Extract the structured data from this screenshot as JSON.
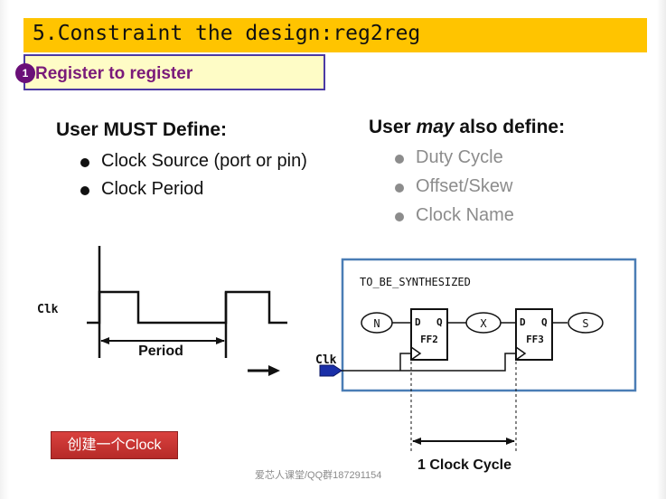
{
  "title": "5.Constraint the design:reg2reg",
  "section": {
    "badge": "1",
    "label": "Register to register"
  },
  "must": {
    "heading": "User MUST Define:",
    "items": [
      "Clock Source (port or pin)",
      "Clock Period"
    ]
  },
  "may": {
    "heading_pre": "User ",
    "heading_em": "may",
    "heading_post": " also define:",
    "items": [
      "Duty Cycle",
      "Offset/Skew",
      "Clock Name"
    ]
  },
  "waveform": {
    "clk_label": "Clk",
    "period_label": "Period"
  },
  "circuit": {
    "block_label": "TO_BE_SYNTHESIZED",
    "in_label": "N",
    "mid_label": "X",
    "out_label": "S",
    "ff1_d": "D",
    "ff1_q": "Q",
    "ff1_name": "FF2",
    "ff2_d": "D",
    "ff2_q": "Q",
    "ff2_name": "FF3",
    "clk_label": "Clk",
    "cycle_label": "1 Clock Cycle"
  },
  "button": {
    "label": "创建一个Clock"
  },
  "watermark": "爱芯人课堂/QQ群187291154",
  "colors": {
    "title_bar": "#ffc400",
    "section_bg": "#fefcc6",
    "section_border": "#4b3aa3",
    "section_text": "#7a1a7a",
    "badge": "#6a0f78",
    "box_border": "#4a7db5",
    "button": "#c0302e"
  }
}
